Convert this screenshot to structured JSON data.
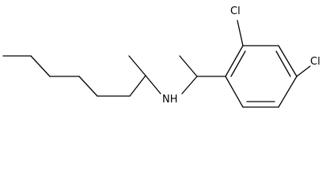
{
  "molecule": {
    "atom_labels": {
      "amine": "NH",
      "chlorine_ortho": "Cl",
      "chlorine_para": "Cl"
    },
    "colors": {
      "bond": "#000000",
      "label": "#000000",
      "background": "#ffffff"
    }
  }
}
